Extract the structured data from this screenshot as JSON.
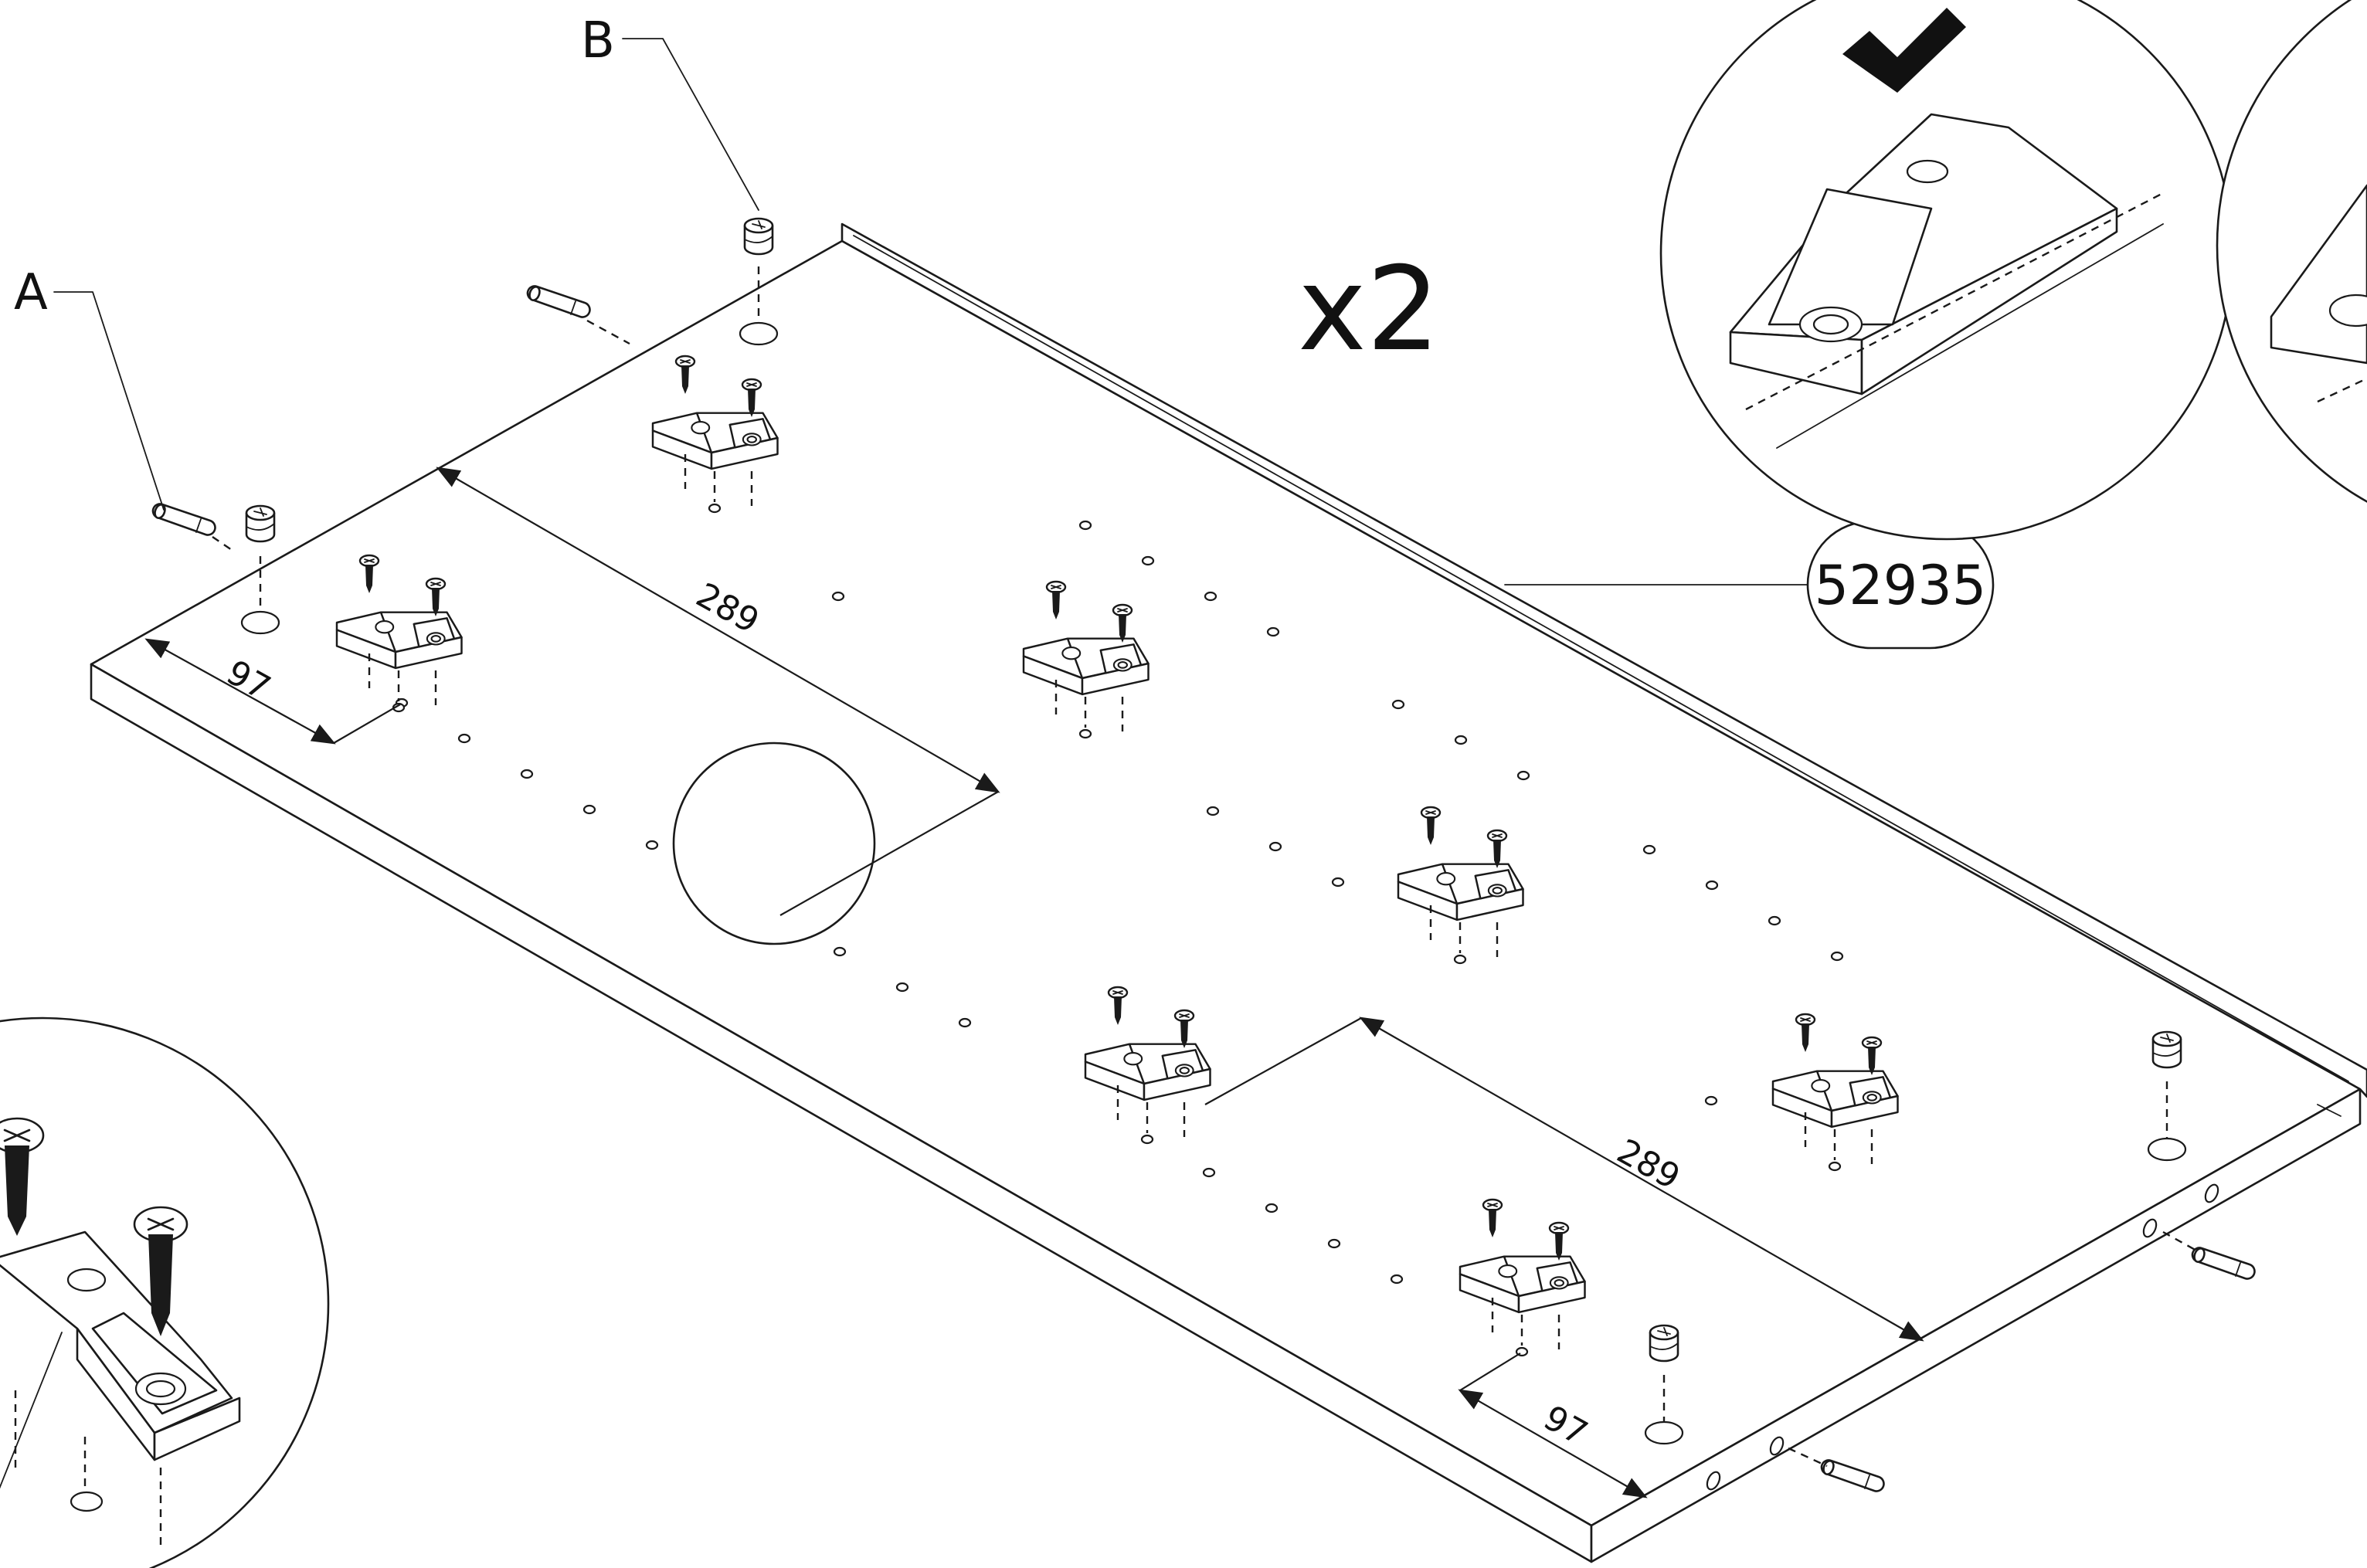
{
  "quantity": "x2",
  "part_number": "52935",
  "callouts": {
    "a": "A",
    "b": "B"
  },
  "dimensions": {
    "left_edge_short": "97",
    "left_spacing": "289",
    "right_spacing": "289",
    "right_edge_short": "97"
  },
  "icons": {
    "correct": "check-mark-icon",
    "bracket": "corner-bracket-icon",
    "screw": "screw-icon",
    "cam_lock": "cam-lock-icon",
    "dowel": "dowel-icon"
  }
}
